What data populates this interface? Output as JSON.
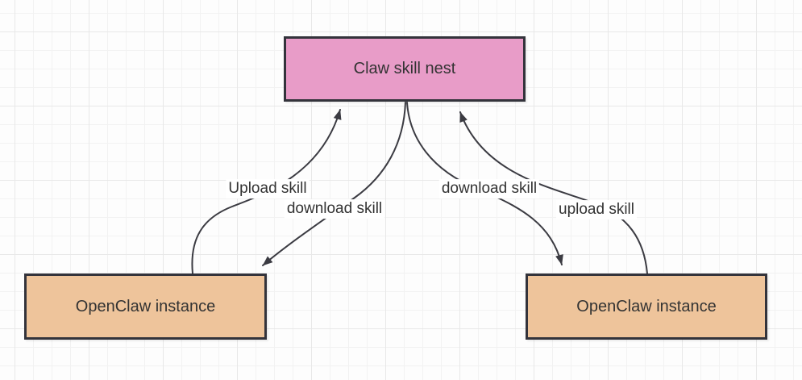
{
  "diagram": {
    "nodes": {
      "nest": {
        "label": "Claw skill nest"
      },
      "instance_left": {
        "label": "OpenClaw instance"
      },
      "instance_right": {
        "label": "OpenClaw instance"
      }
    },
    "edges": {
      "upload_left": {
        "label": "Upload skill",
        "from": "instance_left",
        "to": "nest"
      },
      "download_left": {
        "label": "download skill",
        "from": "nest",
        "to": "instance_left"
      },
      "download_right": {
        "label": "download skill",
        "from": "nest",
        "to": "instance_right"
      },
      "upload_right": {
        "label": "upload skill",
        "from": "instance_right",
        "to": "nest"
      }
    },
    "colors": {
      "nest_fill": "#e89cc8",
      "instance_fill": "#eec49b",
      "node_border": "#33333b",
      "edge_stroke": "#3b3b42",
      "text": "#333333",
      "label_bg": "#ffffff",
      "canvas_bg": "#fdfdfd",
      "grid_minor": "#f2f2f2",
      "grid_major": "#e8e8e8"
    }
  }
}
